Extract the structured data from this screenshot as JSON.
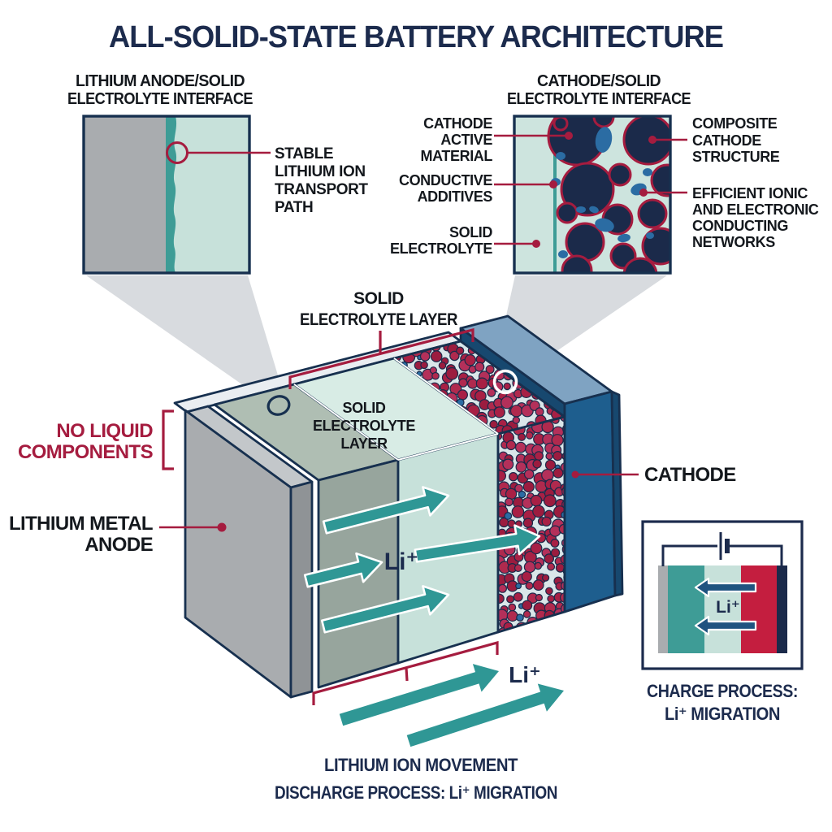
{
  "title": "ALL-SOLID-STATE BATTERY ARCHITECTURE",
  "colors": {
    "navy": "#1C2B4D",
    "ink": "#14181D",
    "crimson": "#A51C3F",
    "teal": "#2F9795",
    "teal_strip": "#3E9C96",
    "mint": "#C7E1DA",
    "mint_top": "#D8ECE5",
    "mint_light": "#CDE4DE",
    "gray_face": "#A9ACAF",
    "gray_front": "#8F9396",
    "gray_top": "#C3C7CA",
    "sage": "#97A59D",
    "sage_top": "#AFBEB3",
    "particle_bg": "#DAE6E9",
    "particle": "#AC2347",
    "blue": "#2B6CA3",
    "plate": "#1E5E8E",
    "plate_top": "#7FA3C2",
    "plate_dark": "#17486F",
    "rim": "#E9EDF1",
    "beam": "#D8DBDF",
    "outline": "#17304F",
    "red_stripe": "#C41E3F",
    "steel": "#1F5380",
    "circle_navy": "#1B2A4A"
  },
  "inset_anode": {
    "header": [
      "LITHIUM ANODE/SOLID",
      "ELECTROLYTE INTERFACE"
    ],
    "callout": [
      "STABLE",
      "LITHIUM ION",
      "TRANSPORT",
      "PATH"
    ]
  },
  "inset_cathode": {
    "header": [
      "CATHODE/SOLID",
      "ELECTROLYTE INTERFACE"
    ],
    "labels_left": {
      "active": [
        "CATHODE",
        "ACTIVE",
        "MATERIAL"
      ],
      "additives": [
        "CONDUCTIVE",
        "ADDITIVES"
      ],
      "electrolyte": [
        "SOLID",
        "ELECTROLYTE"
      ]
    },
    "labels_right": {
      "composite": [
        "COMPOSITE",
        "CATHODE",
        "STRUCTURE"
      ],
      "networks": [
        "EFFICIENT IONIC",
        "AND ELECTRONIC",
        "CONDUCTING",
        "NETWORKS"
      ]
    }
  },
  "main": {
    "no_liquid": [
      "NO LIQUID",
      "COMPONENTS"
    ],
    "anode": [
      "LITHIUM METAL",
      "ANODE"
    ],
    "cathode": "CATHODE",
    "electrolyte_label": [
      "SOLID",
      "ELECTROLYTE LAYER"
    ],
    "electrolyte_on_box": [
      "SOLID",
      "ELECTROLYTE",
      "LAYER"
    ],
    "li_ion": "Li⁺"
  },
  "charge_inset": {
    "li_ion": "Li⁺",
    "caption": [
      "CHARGE PROCESS:",
      "Li⁺ MIGRATION"
    ]
  },
  "footer": {
    "movement": "LITHIUM ION MOVEMENT",
    "discharge": "DISCHARGE PROCESS: Li⁺ MIGRATION"
  }
}
